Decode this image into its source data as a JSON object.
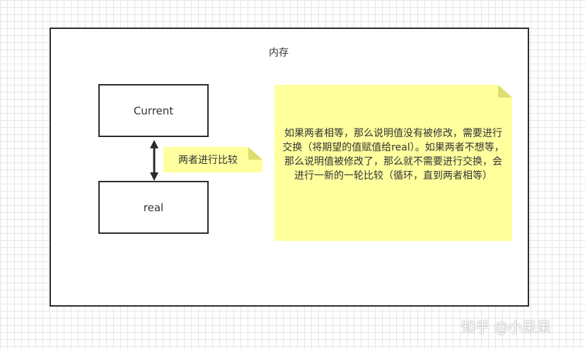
{
  "diagram": {
    "memory_title": "内存",
    "current_label": "Current",
    "real_label": "real",
    "compare_note": "两者进行比较",
    "explanation": "如果两者相等，那么说明值没有被修改，需要进行交换（将期望的值赋值给real）。如果两者不想等，那么说明值被修改了，那么就不需要进行交换，会进行一新的一轮比较（循环，直到两者相等）"
  },
  "watermark": "知乎 @小呆呆",
  "colors": {
    "note_fill": "#ffff9e",
    "border": "#2b2b2b",
    "grid": "#e6e6e6"
  }
}
